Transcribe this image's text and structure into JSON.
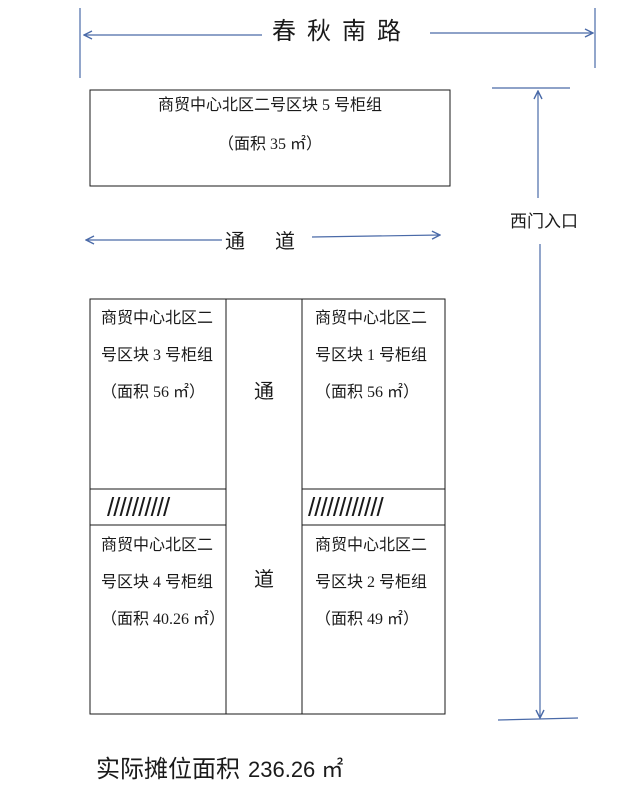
{
  "road": {
    "name": "春秋南路"
  },
  "colors": {
    "arrow": "#4a6aa8",
    "border": "#1a1a1a",
    "text": "#1a1a1a"
  },
  "block5": {
    "name": "商贸中心北区二号区块 5 号柜组",
    "area": "（面积 35 ㎡）"
  },
  "corridor_horizontal": {
    "label": "通道"
  },
  "corridor_vertical": {
    "top_char": "通",
    "bottom_char": "道"
  },
  "west_gate": {
    "label": "西门入口"
  },
  "cells": {
    "block3": {
      "line1": "商贸中心北区二",
      "line2": "号区块 3 号柜组",
      "line3": "（面积 56 ㎡）"
    },
    "block1": {
      "line1": "商贸中心北区二",
      "line2": "号区块 1 号柜组",
      "line3": "（面积 56 ㎡）"
    },
    "block4": {
      "line1": "商贸中心北区二",
      "line2": "号区块 4 号柜组",
      "line3": "（面积 40.26 ㎡）"
    },
    "block2": {
      "line1": "商贸中心北区二",
      "line2": "号区块 2 号柜组",
      "line3": "（面积 49 ㎡）"
    }
  },
  "hatch": {
    "left": "//////////",
    "right": "////////////"
  },
  "total": {
    "label": "实际摊位面积",
    "value": "236.26 ㎡"
  }
}
